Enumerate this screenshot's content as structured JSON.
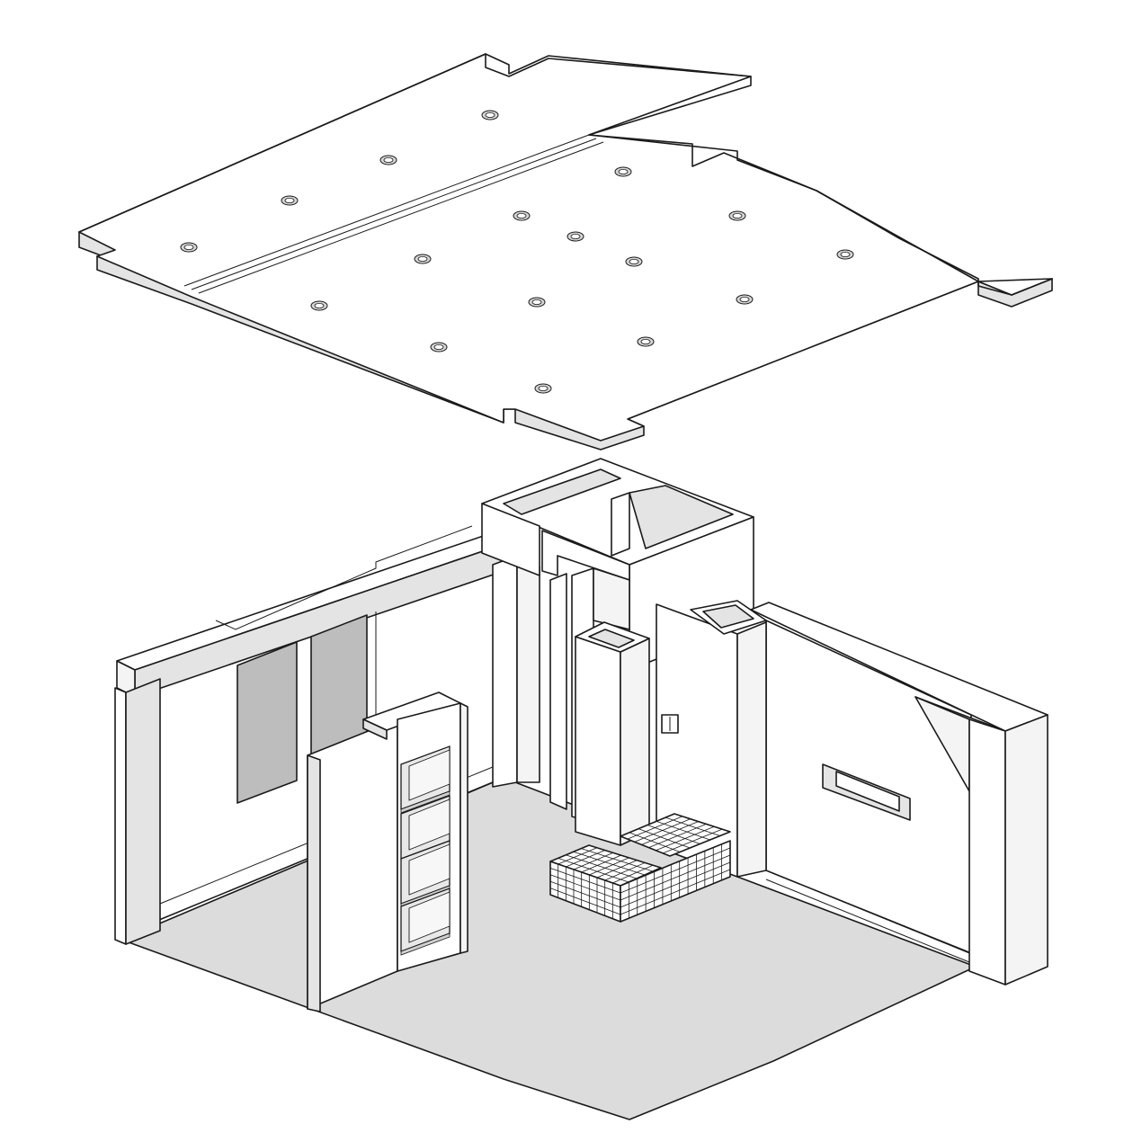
{
  "diagram": {
    "type": "exploded-isometric-architectural-drawing",
    "colors": {
      "line": "#1a1a1a",
      "surface": "#ffffff",
      "floor": "#dcdcdc",
      "slab_edge": "#e4e4e4",
      "glass": "#bdbdbd"
    },
    "components": [
      "ceiling-slab",
      "recessed-downlights",
      "floor-plane",
      "perimeter-walls",
      "shelving-partition",
      "duct-column",
      "tiled-bench",
      "wall-niche",
      "shaft-enclosure",
      "window-panels"
    ]
  }
}
